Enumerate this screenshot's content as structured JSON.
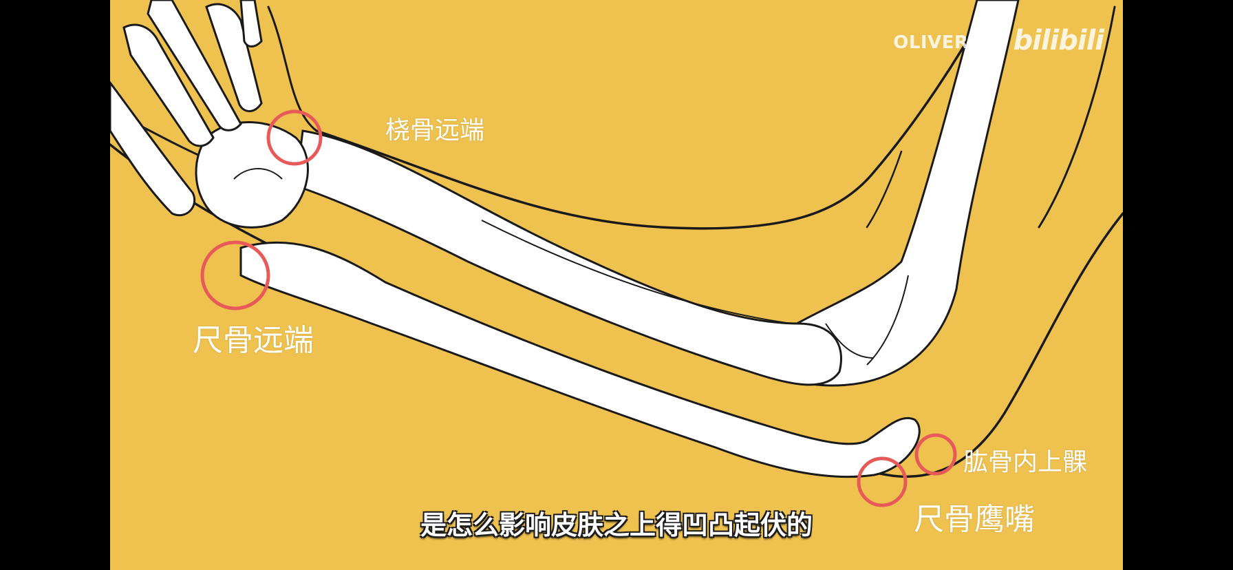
{
  "watermark": {
    "author": "OLIVER克伦",
    "logo_text": "bilibili"
  },
  "annotations": {
    "radius_distal": "桡骨远端",
    "ulna_distal": "尺骨远端",
    "humerus_medial_epicondyle": "肱骨内上髁",
    "ulna_olecranon": "尺骨鹰嘴"
  },
  "subtitle": "是怎么影响皮肤之上得凹凸起伏的",
  "colors": {
    "background": "#efc24f",
    "bone": "#ffffff",
    "outline": "#1a1a1a",
    "marker": "#e85a5a",
    "letterbox": "#000000"
  }
}
